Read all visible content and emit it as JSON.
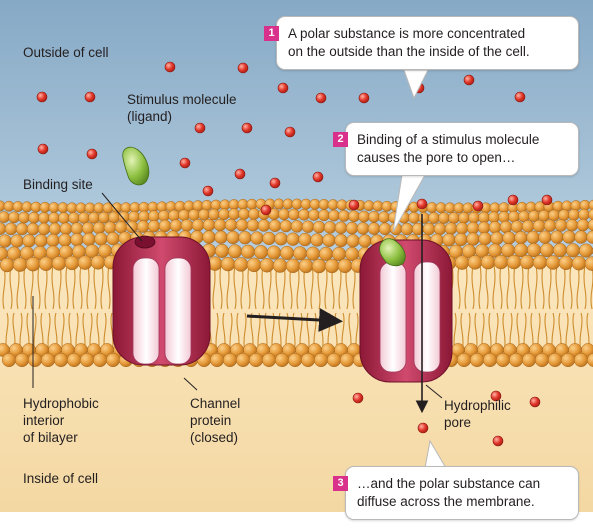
{
  "regions": {
    "outside": "Outside of cell",
    "inside": "Inside of cell"
  },
  "labels": {
    "stimulus_line1": "Stimulus molecule",
    "stimulus_line2": "(ligand)",
    "binding_site": "Binding site",
    "hydrophobic_line1": "Hydrophobic",
    "hydrophobic_line2": "interior",
    "hydrophobic_line3": "of bilayer",
    "channel_line1": "Channel",
    "channel_line2": "protein",
    "channel_line3": "(closed)",
    "hydrophilic_line1": "Hydrophilic",
    "hydrophilic_line2": "pore"
  },
  "steps": [
    {
      "number": "1",
      "line1": "A polar substance is more concentrated",
      "line2": "on the outside than the inside of the cell."
    },
    {
      "number": "2",
      "line1": "Binding of a stimulus molecule",
      "line2": "causes the pore to open…"
    },
    {
      "number": "3",
      "line1": "…and the polar substance can",
      "line2": "diffuse across the membrane."
    }
  ],
  "colors": {
    "outside_bg": "#9ab9d2",
    "inside_bg": "#f6dba9",
    "lipid_head": "#e39a36",
    "protein": "#b5254f",
    "ligand": "#8cbf3f",
    "polar_molecule": "#e23b2e",
    "step_badge": "#d9308b"
  }
}
